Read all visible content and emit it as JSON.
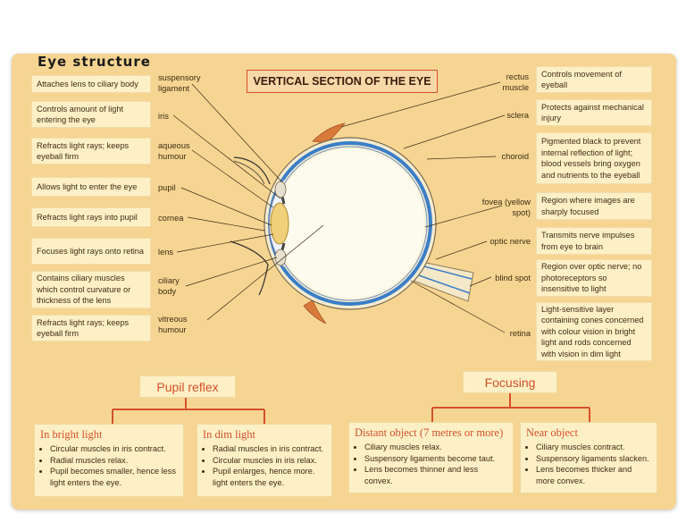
{
  "page_title": "Eye structure",
  "diagram_title": "VERTICAL SECTION OF THE EYE",
  "left_boxes": [
    "Attaches lens to ciliary body",
    "Controls amount of light entering the eye",
    "Refracts light rays; keeps eyeball firm",
    "Allows light to enter the eye",
    "Refracts light rays into pupil",
    "Focuses light rays onto retina",
    "Contains ciliary muscles which control curvature or thickness of the lens",
    "Refracts light rays; keeps eyeball firm"
  ],
  "left_labels": [
    "suspensory ligament",
    "iris",
    "aqueous humour",
    "pupil",
    "cornea",
    "lens",
    "ciliary body",
    "vitreous humour"
  ],
  "right_labels": [
    "rectus muscle",
    "sclera",
    "choroid",
    "fovea (yellow spot)",
    "optic nerve",
    "blind spot",
    "retina"
  ],
  "right_boxes": [
    "Controls movement of eyeball",
    "Protects against mechanical injury",
    "Pigmented black to prevent internal reflection of light; blood vessels bring oxygen and nutrients to the eyeball",
    "Region where images are sharply focused",
    "Transmits nerve impulses from eye to brain",
    "Region over optic nerve; no photoreceptors so insensitive to light",
    "Light-sensitive layer containing cones concerned with colour vision in bright light and rods concerned with vision in dim light"
  ],
  "pupil_reflex": {
    "heading": "Pupil reflex",
    "bright": {
      "title": "In bright light",
      "points": [
        "Circular muscles in iris contract.",
        "Radial muscles relax.",
        "Pupil becomes smaller, hence less light enters the eye."
      ]
    },
    "dim": {
      "title": "In dim light",
      "points": [
        "Radial muscles in iris contract.",
        "Circular muscles in iris relax.",
        "Pupil enlarges, hence more. light enters the eye."
      ]
    }
  },
  "focusing": {
    "heading": "Focusing",
    "distant": {
      "title": "Distant object (7 metres or more)",
      "points": [
        "Ciliary muscles relax.",
        "Suspensory ligaments become taut.",
        "Lens becomes thinner and less convex."
      ]
    },
    "near": {
      "title": "Near object",
      "points": [
        "Ciliary muscles contract.",
        "Suspensory ligaments slacken.",
        "Lens becomes thicker and more convex."
      ]
    }
  },
  "colors": {
    "card": "#f6d592",
    "box": "#fdf0c6",
    "accent": "#d4502a",
    "choroid": "#3a7ec8"
  }
}
